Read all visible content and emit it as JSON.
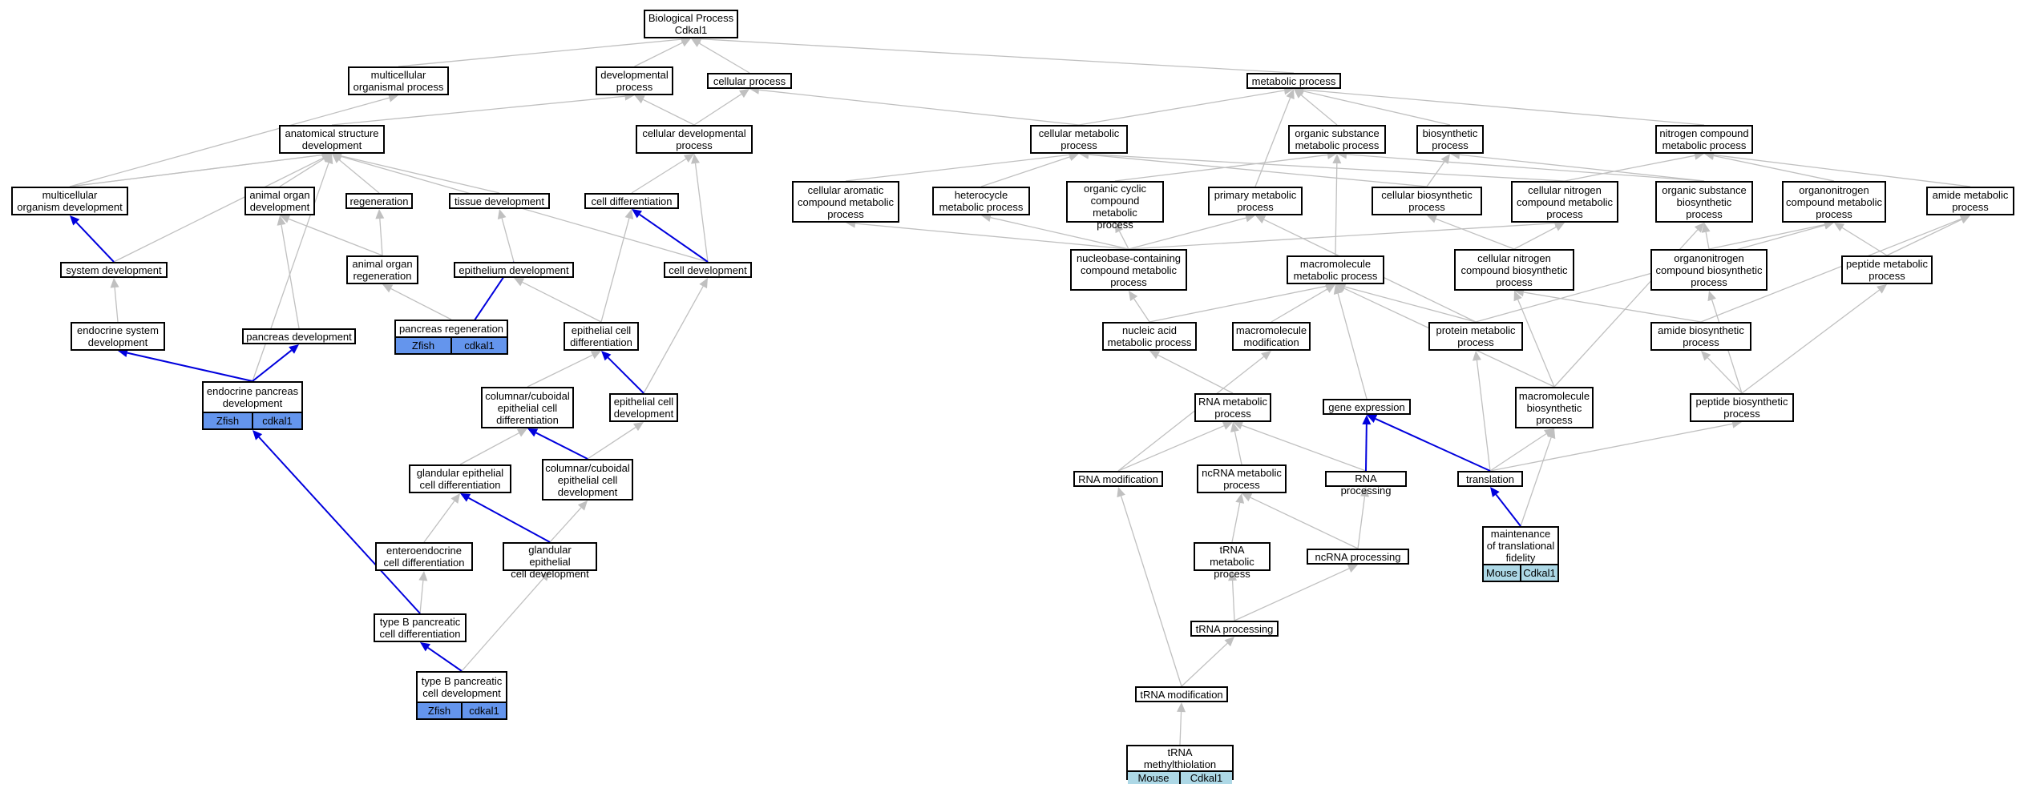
{
  "colors": {
    "grey_edge": "#c0c0c0",
    "blue_edge": "#0000dd",
    "zfish": "#6495ed",
    "mouse": "#add8e6"
  },
  "nodes": {
    "bp": "Biological Process\nCdkal1",
    "multicellular_organismal_process": "multicellular\norganismal process",
    "developmental_process": "developmental\nprocess",
    "cellular_process": "cellular process",
    "metabolic_process": "metabolic process",
    "anatomical_structure_development": "anatomical structure\ndevelopment",
    "cellular_developmental_process": "cellular developmental\nprocess",
    "cellular_metabolic_process": "cellular metabolic\nprocess",
    "organic_substance_metabolic_process": "organic substance\nmetabolic process",
    "biosynthetic_process": "biosynthetic\nprocess",
    "nitrogen_compound_metabolic_process": "nitrogen compound\nmetabolic process",
    "multicellular_organism_development": "multicellular\norganism development",
    "animal_organ_development": "animal organ\ndevelopment",
    "regeneration": "regeneration",
    "tissue_development": "tissue development",
    "cell_differentiation": "cell differentiation",
    "cellular_aromatic": "cellular aromatic\ncompound metabolic\nprocess",
    "heterocycle_metabolic_process": "heterocycle\nmetabolic process",
    "organic_cyclic": "organic cyclic\ncompound metabolic\nprocess",
    "primary_metabolic_process": "primary metabolic\nprocess",
    "cellular_biosynthetic_process": "cellular biosynthetic\nprocess",
    "cellular_nitrogen_compound_metabolic": "cellular nitrogen\ncompound metabolic\nprocess",
    "organic_substance_biosynthetic": "organic substance\nbiosynthetic\nprocess",
    "organonitrogen_compound_metabolic": "organonitrogen\ncompound metabolic\nprocess",
    "amide_metabolic_process": "amide metabolic\nprocess",
    "system_development": "system development",
    "animal_organ_regeneration": "animal organ\nregeneration",
    "epithelium_development": "epithelium development",
    "cell_development": "cell development",
    "nucleobase_containing": "nucleobase-containing\ncompound metabolic\nprocess",
    "macromolecule_metabolic_process": "macromolecule\nmetabolic process",
    "cellular_nitrogen_compound_biosynthetic": "cellular nitrogen\ncompound biosynthetic\nprocess",
    "organonitrogen_compound_biosynthetic": "organonitrogen\ncompound biosynthetic\nprocess",
    "peptide_metabolic_process": "peptide metabolic\nprocess",
    "endocrine_system_development": "endocrine system\ndevelopment",
    "pancreas_development": "pancreas development",
    "pancreas_regeneration": "pancreas regeneration",
    "epithelial_cell_differentiation": "epithelial cell\ndifferentiation",
    "nucleic_acid_metabolic_process": "nucleic acid\nmetabolic process",
    "macromolecule_modification": "macromolecule\nmodification",
    "protein_metabolic_process": "protein metabolic\nprocess",
    "amide_biosynthetic_process": "amide biosynthetic\nprocess",
    "endocrine_pancreas_development": "endocrine pancreas\ndevelopment",
    "columnar_cuboidal_differentiation": "columnar/cuboidal\nepithelial cell\ndifferentiation",
    "epithelial_cell_development": "epithelial cell\ndevelopment",
    "rna_metabolic_process": "RNA metabolic\nprocess",
    "gene_expression": "gene expression",
    "macromolecule_biosynthetic_process": "macromolecule\nbiosynthetic\nprocess",
    "peptide_biosynthetic_process": "peptide biosynthetic\nprocess",
    "glandular_epithelial_differentiation": "glandular epithelial\ncell differentiation",
    "columnar_cuboidal_development": "columnar/cuboidal\nepithelial cell\ndevelopment",
    "rna_modification": "RNA modification",
    "ncrna_metabolic_process": "ncRNA metabolic\nprocess",
    "rna_processing": "RNA processing",
    "translation": "translation",
    "enteroendocrine_differentiation": "enteroendocrine\ncell differentiation",
    "glandular_epithelial_development": "glandular epithelial\ncell development",
    "trna_metabolic_process": "tRNA metabolic\nprocess",
    "ncrna_processing": "ncRNA processing",
    "maintenance_translational_fidelity": "maintenance\nof translational\nfidelity",
    "type_b_differentiation": "type B pancreatic\ncell differentiation",
    "trna_processing": "tRNA processing",
    "type_b_development": "type B pancreatic\ncell development",
    "trna_modification": "tRNA modification",
    "trna_methylthiolation": "tRNA methylthiolation"
  },
  "annotations": {
    "pancreas_regeneration": [
      "Zfish",
      "cdkal1"
    ],
    "endocrine_pancreas_development": [
      "Zfish",
      "cdkal1"
    ],
    "type_b_development": [
      "Zfish",
      "cdkal1"
    ],
    "maintenance_translational_fidelity": [
      "Mouse",
      "Cdkal1"
    ],
    "trna_methylthiolation": [
      "Mouse",
      "Cdkal1"
    ]
  }
}
